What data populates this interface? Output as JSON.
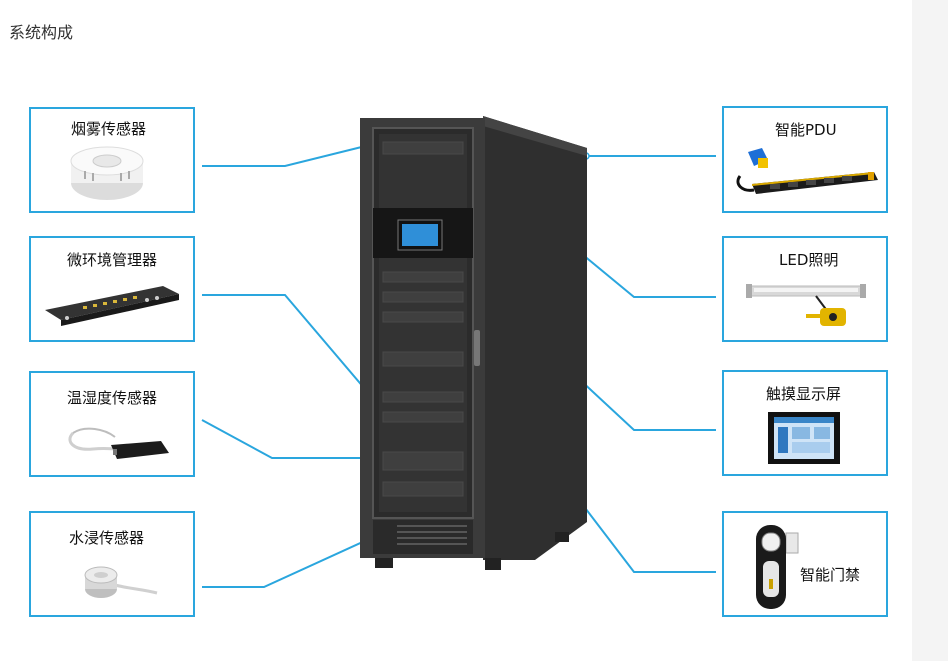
{
  "page": {
    "title": "系统构成"
  },
  "components": [
    {
      "id": "smoke-sensor",
      "label": "烟雾传感器",
      "side": "left"
    },
    {
      "id": "micro-env-manager",
      "label": "微环境管理器",
      "side": "left"
    },
    {
      "id": "temp-humidity-sensor",
      "label": "温湿度传感器",
      "side": "left"
    },
    {
      "id": "water-leak-sensor",
      "label": "水浸传感器",
      "side": "left"
    },
    {
      "id": "smart-pdu",
      "label": "智能PDU",
      "side": "right"
    },
    {
      "id": "led-lighting",
      "label": "LED照明",
      "side": "right"
    },
    {
      "id": "touch-display",
      "label": "触摸显示屏",
      "side": "right"
    },
    {
      "id": "smart-access",
      "label": "智能门禁",
      "side": "right"
    }
  ],
  "colors": {
    "accent": "#2aa6de",
    "cabinet": "#3a3a3a",
    "cabinet_dark": "#222222"
  }
}
